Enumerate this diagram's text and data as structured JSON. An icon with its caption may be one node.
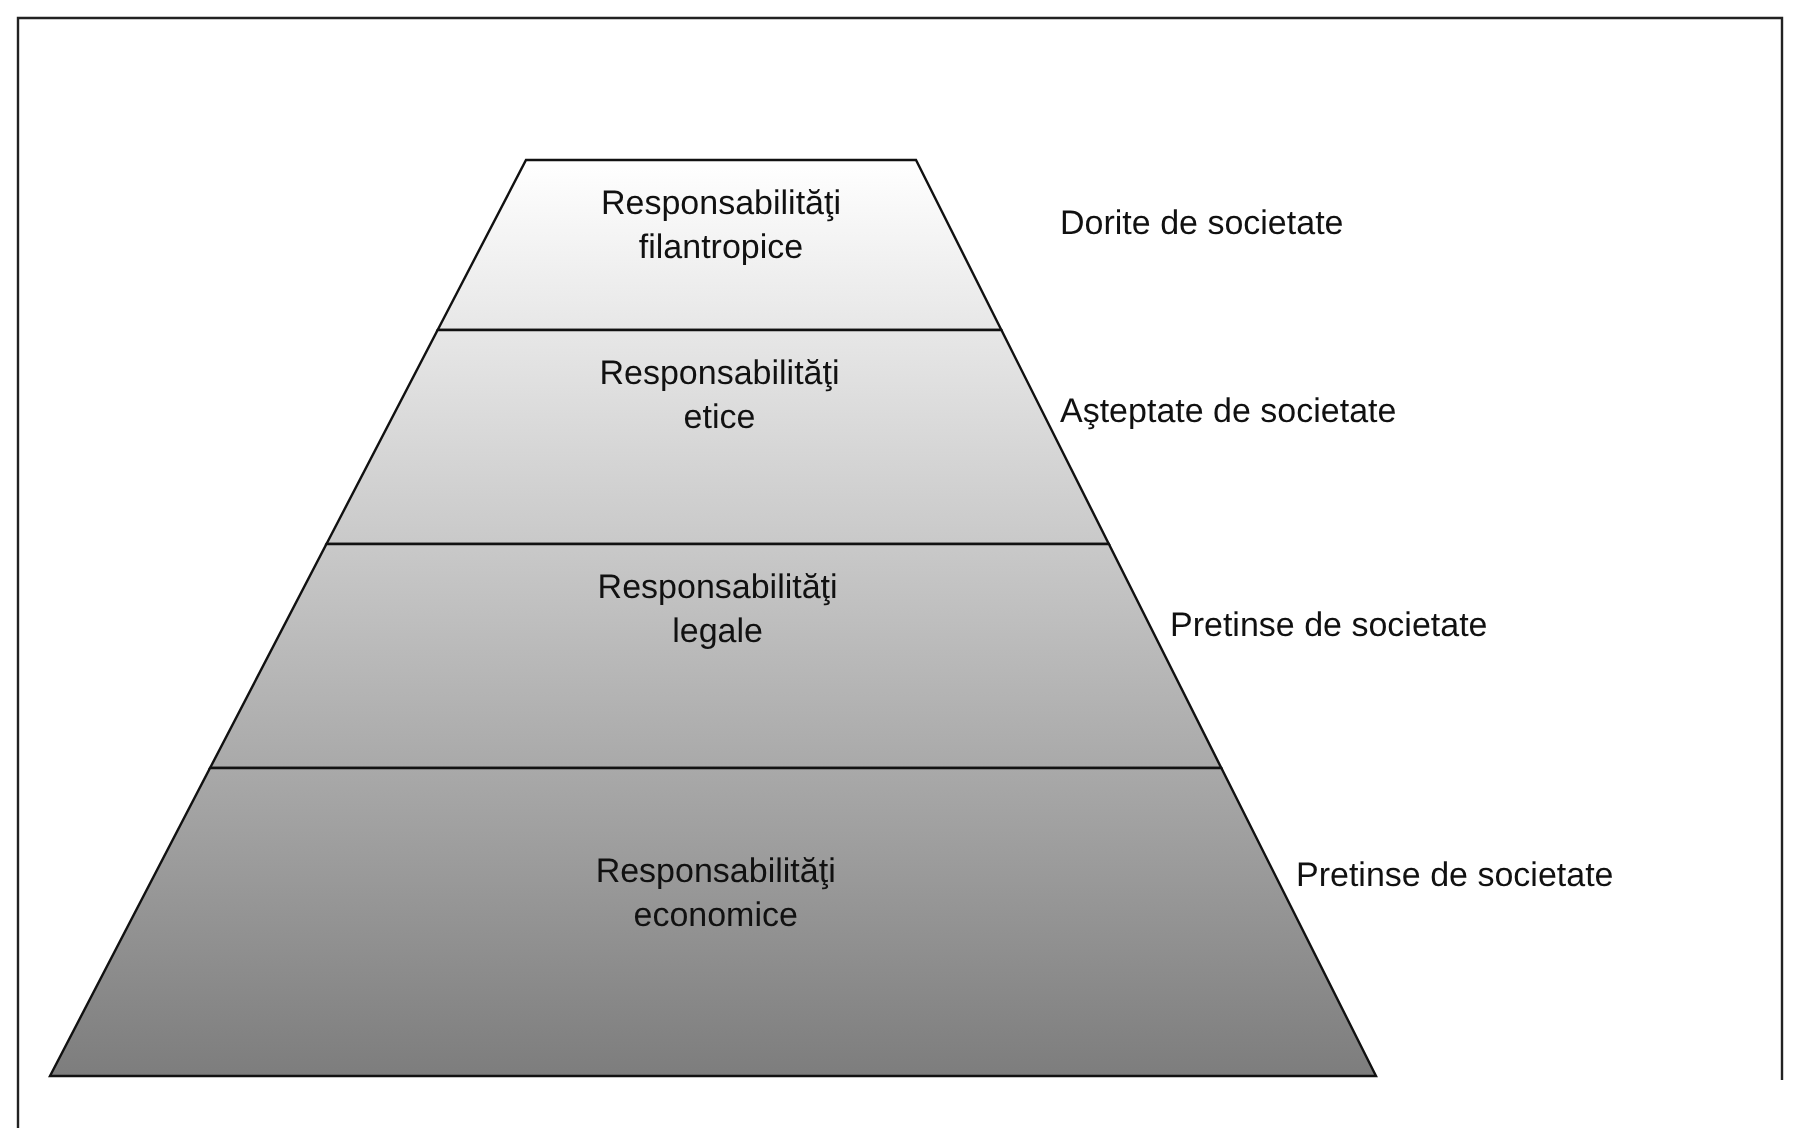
{
  "diagram": {
    "nodes": [
      {
        "text": [
          "Responsabilităţi filantropice"
        ],
        "beside": [
          "Dorite de societate"
        ]
      },
      {
        "text": [
          "Responsabilităţi etice"
        ],
        "beside": [
          "Aşteptate de societate"
        ]
      },
      {
        "text": [
          "Responsabilităţi legale"
        ],
        "beside": [
          "Pretinse de societate"
        ]
      },
      {
        "text": [
          "Responsabilităţi economice"
        ],
        "beside": [
          "Pretinse de societate"
        ]
      }
    ],
    "edges": []
  }
}
